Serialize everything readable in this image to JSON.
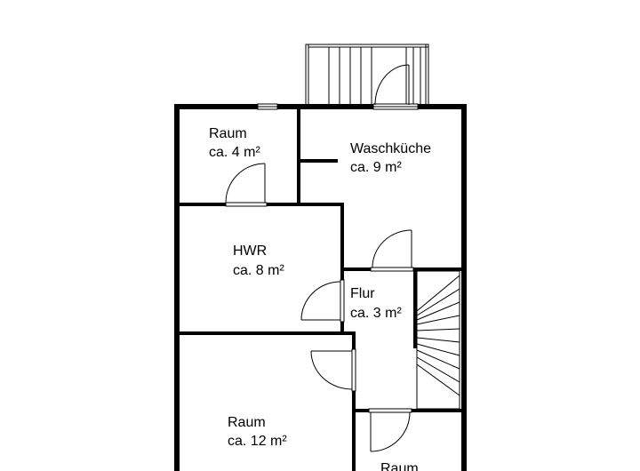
{
  "rooms": [
    {
      "id": "raum-small",
      "name": "Raum",
      "area": "ca. 4 m²"
    },
    {
      "id": "waschkueche",
      "name": "Waschküche",
      "area": "ca. 9 m²"
    },
    {
      "id": "hwr",
      "name": "HWR",
      "area": "ca. 8 m²"
    },
    {
      "id": "flur",
      "name": "Flur",
      "area": "ca. 3 m²"
    },
    {
      "id": "raum-large",
      "name": "Raum",
      "area": "ca. 12 m²"
    },
    {
      "id": "raum-bottom",
      "name": "Raum",
      "area": ""
    }
  ]
}
